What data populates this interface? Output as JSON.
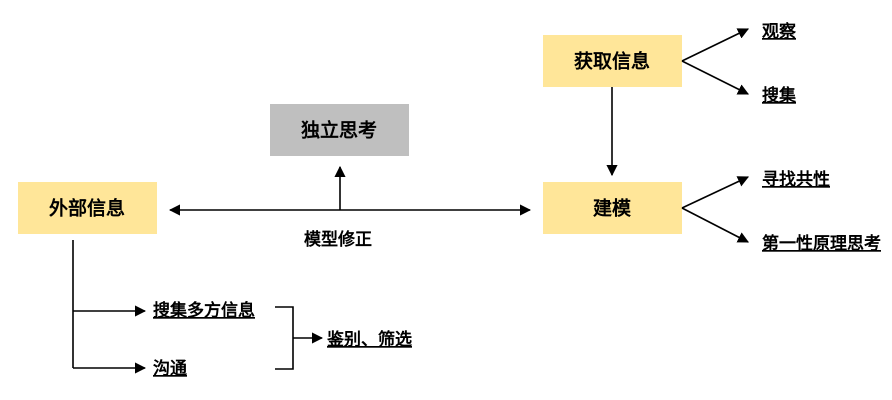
{
  "colors": {
    "node_yellow": "#FFE699",
    "node_gray": "#BFBFBF",
    "line": "#000000",
    "text": "#000000"
  },
  "nodes": {
    "external_info": "外部信息",
    "independent_thinking": "独立思考",
    "acquire_info": "获取信息",
    "modeling": "建模"
  },
  "edge_labels": {
    "model_revision": "模型修正"
  },
  "leaf_labels": {
    "observe": "观察",
    "collect": "搜集",
    "find_commonality": "寻找共性",
    "first_principles": "第一性原理思考",
    "collect_sources": "搜集多方信息",
    "communicate": "沟通",
    "identify_filter": "鉴别、筛选"
  }
}
